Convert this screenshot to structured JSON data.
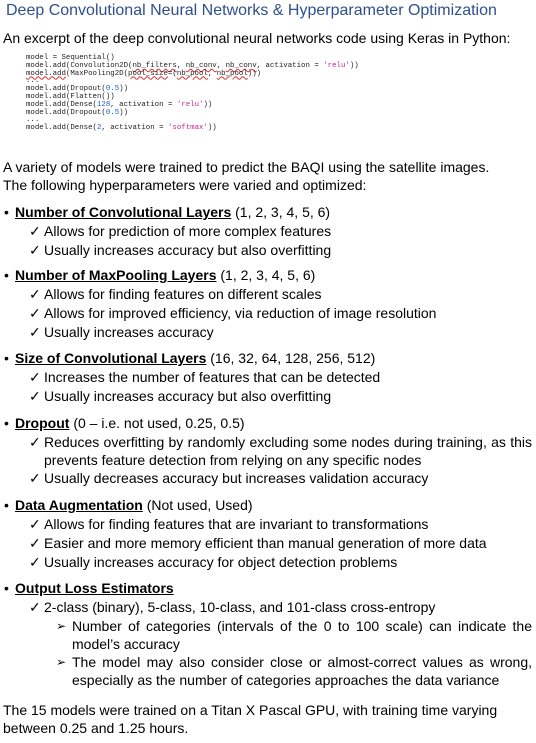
{
  "title": "Deep Convolutional Neural Networks & Hyperparameter Optimization",
  "intro": "An excerpt of the deep convolutional neural networks code using Keras in Python:",
  "code": {
    "l1": "model = Sequential()",
    "l2a": "model.add(Convolution2D(",
    "l2b": "nb_filters",
    "l2c": ", ",
    "l2d": "nb_conv",
    "l2e": ", ",
    "l2f": "nb_conv",
    "l2g": ", ",
    "l2h": "activation",
    "l2i": " = ",
    "l2j": "'relu'",
    "l2k": "))",
    "l3a": "model.add",
    "l3b": "(MaxPooling2D(",
    "l3c": "pool_size",
    "l3d": "=(",
    "l3e": "nb_pool",
    "l3f": ", ",
    "l3g": "nb_pool",
    "l3h": ")))",
    "l4": "...",
    "l5a": "model.add(Dropout(",
    "l5b": "0.5",
    "l5c": "))",
    "l6": "model.add(Flatten())",
    "l7a": "model.add(Dense(",
    "l7b": "128",
    "l7c": ", ",
    "l7d": "activation",
    "l7e": " = ",
    "l7f": "'relu'",
    "l7g": "))",
    "l8a": "model.add(Dropout(",
    "l8b": "0.5",
    "l8c": "))",
    "l9": "...",
    "l10a": "model.add(Dense(",
    "l10b": "2",
    "l10c": ", ",
    "l10d": "activation",
    "l10e": " = ",
    "l10f": "'softmax'",
    "l10g": "))"
  },
  "para1_line1": "A variety of models were trained to predict the BAQI using the satellite images.",
  "para1_line2": "The following hyperparameters were varied and optimized:",
  "bullet": "•",
  "check": "✓",
  "arrow": "➢",
  "sections": [
    {
      "name": "Number of Convolutional Layers",
      "values": " (1, 2, 3, 4, 5, 6)",
      "items": [
        "Allows for prediction of more complex features",
        "Usually increases accuracy but also overfitting"
      ]
    },
    {
      "name": "Number of MaxPooling Layers",
      "values": " (1, 2, 3, 4, 5, 6)",
      "items": [
        "Allows for finding features on different scales",
        "Allows for improved efficiency, via reduction of image resolution",
        "Usually increases accuracy"
      ]
    },
    {
      "name": "Size of Convolutional Layers",
      "values": " (16, 32, 64, 128, 256, 512)",
      "items": [
        "Increases the number of features that can be detected",
        "Usually increases accuracy but also overfitting"
      ]
    },
    {
      "name": "Dropout",
      "values": " (0 – i.e. not used, 0.25, 0.5)",
      "items": [
        "Reduces overfitting by randomly excluding some nodes during training, as this prevents feature detection from relying on any specific nodes",
        "Usually decreases accuracy but increases validation accuracy"
      ]
    },
    {
      "name": "Data Augmentation",
      "values": " (Not used, Used)",
      "items": [
        "Allows for finding features that are invariant to transformations",
        "Easier and more memory efficient than manual generation of more data",
        "Usually increases accuracy for object detection problems"
      ]
    },
    {
      "name": "Output Loss Estimators",
      "values": "",
      "items": [
        "2-class (binary), 5-class, 10-class, and 101-class cross-entropy"
      ],
      "subitems": [
        "Number of categories (intervals of the 0 to 100 scale) can indicate the model’s accuracy",
        "The model may also consider close or almost-correct values as wrong, especially as the number of categories approaches the data variance"
      ]
    }
  ],
  "outro": "The 15 models were trained on a Titan X Pascal GPU, with training time varying between 0.25 and 1.25 hours."
}
